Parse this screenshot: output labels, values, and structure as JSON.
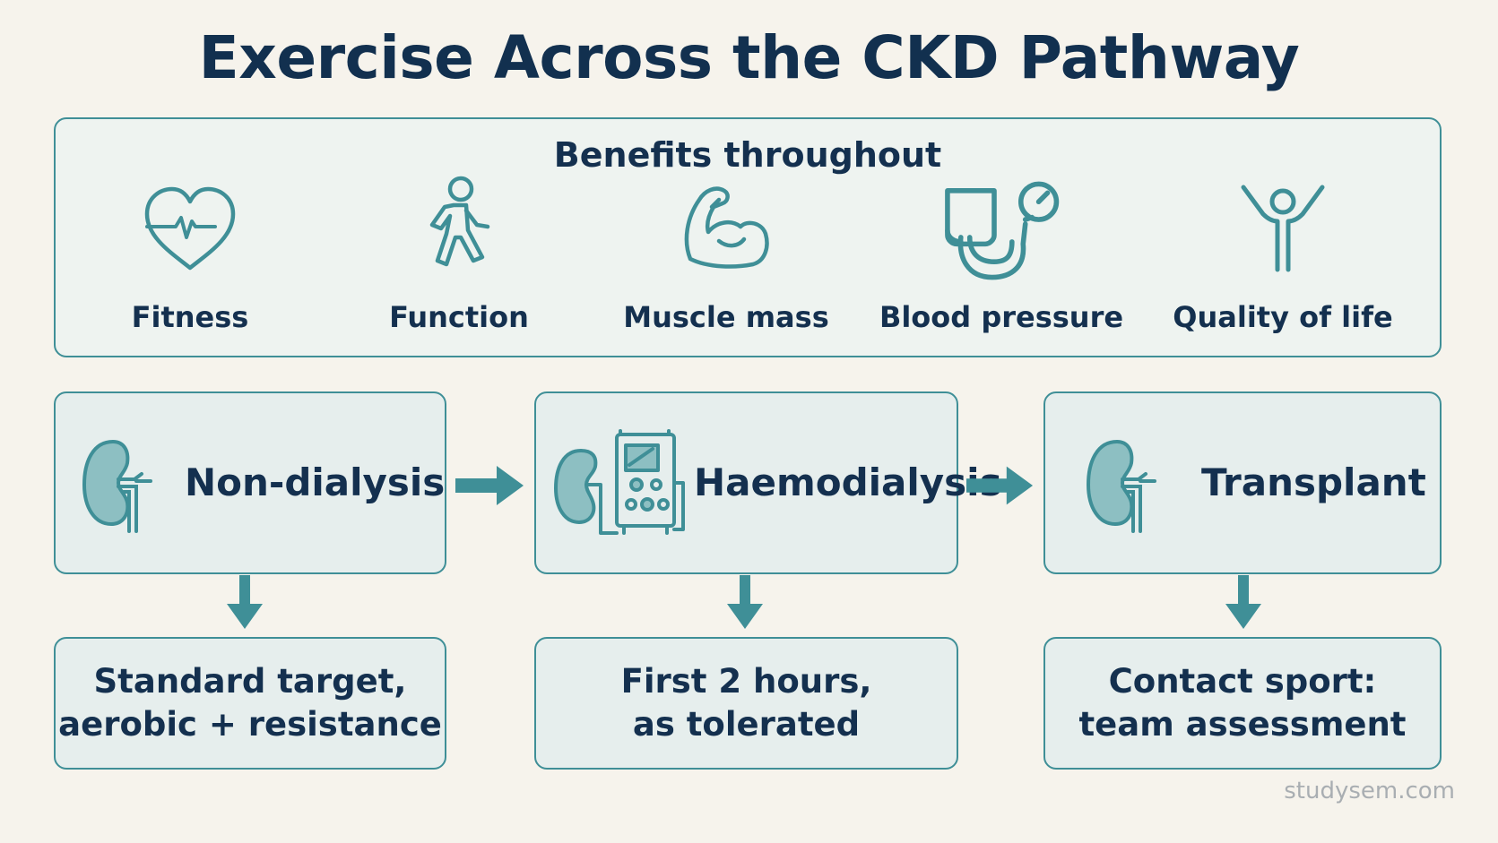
{
  "title": "Exercise Across the CKD Pathway",
  "benefits": {
    "heading": "Benefits throughout",
    "items": [
      {
        "label": "Fitness",
        "icon": "heart-pulse-icon"
      },
      {
        "label": "Function",
        "icon": "walking-person-icon"
      },
      {
        "label": "Muscle mass",
        "icon": "flexed-arm-icon"
      },
      {
        "label": "Blood pressure",
        "icon": "blood-pressure-cuff-icon"
      },
      {
        "label": "Quality of life",
        "icon": "raised-arms-person-icon"
      }
    ]
  },
  "stages": [
    {
      "name": "Non-dialysis",
      "icon": "kidney-icon"
    },
    {
      "name": "Haemodialysis",
      "icon": "kidney-dialysis-machine-icon"
    },
    {
      "name": "Transplant",
      "icon": "kidney-icon"
    }
  ],
  "notes": [
    {
      "line1": "Standard target,",
      "line2": "aerobic + resistance"
    },
    {
      "line1": "First 2 hours,",
      "line2": "as tolerated"
    },
    {
      "line1": "Contact sport:",
      "line2": "team assessment"
    }
  ],
  "watermark": "studysem.com",
  "colors": {
    "background": "#f6f3ec",
    "accent_teal": "#3f8f97",
    "text_navy": "#14304f",
    "box_fill": "#e6eeed"
  }
}
